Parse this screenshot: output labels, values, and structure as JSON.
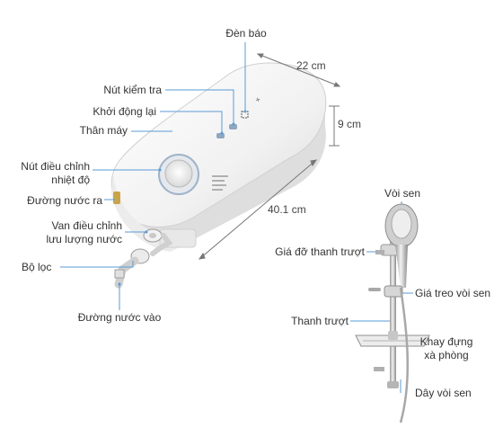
{
  "labels": {
    "den_bao": "Đèn báo",
    "nut_kiem_tra": "Nút kiểm tra",
    "khoi_dong_lai": "Khởi động lại",
    "than_may": "Thân máy",
    "nut_dieu_chinh_line1": "Nút điều chỉnh",
    "nut_dieu_chinh_line2": "nhiệt độ",
    "duong_nuoc_ra": "Đường nước ra",
    "van_line1": "Van điều chỉnh",
    "van_line2": "lưu lượng nước",
    "bo_loc": "Bộ lọc",
    "duong_nuoc_vao": "Đường nước vào",
    "voi_sen": "Vòi sen",
    "gia_do_thanh_truot": "Giá đỡ thanh trượt",
    "gia_treo_voi_sen": "Giá treo vòi sen",
    "thanh_truot": "Thanh trượt",
    "khay_line1": "Khay đựng",
    "khay_line2": "xà phòng",
    "day_voi_sen": "Dây vòi sen"
  },
  "dimensions": {
    "width": "22 cm",
    "depth": "9 cm",
    "length": "40.1 cm"
  },
  "colors": {
    "label_text": "#333333",
    "leader_line": "#5a9bd5",
    "dimension_line": "#777777",
    "heater_body": "#f4f4f4",
    "brass": "#c9a44a"
  },
  "icons": {
    "brand_logo": "electrolux-logo-icon"
  }
}
